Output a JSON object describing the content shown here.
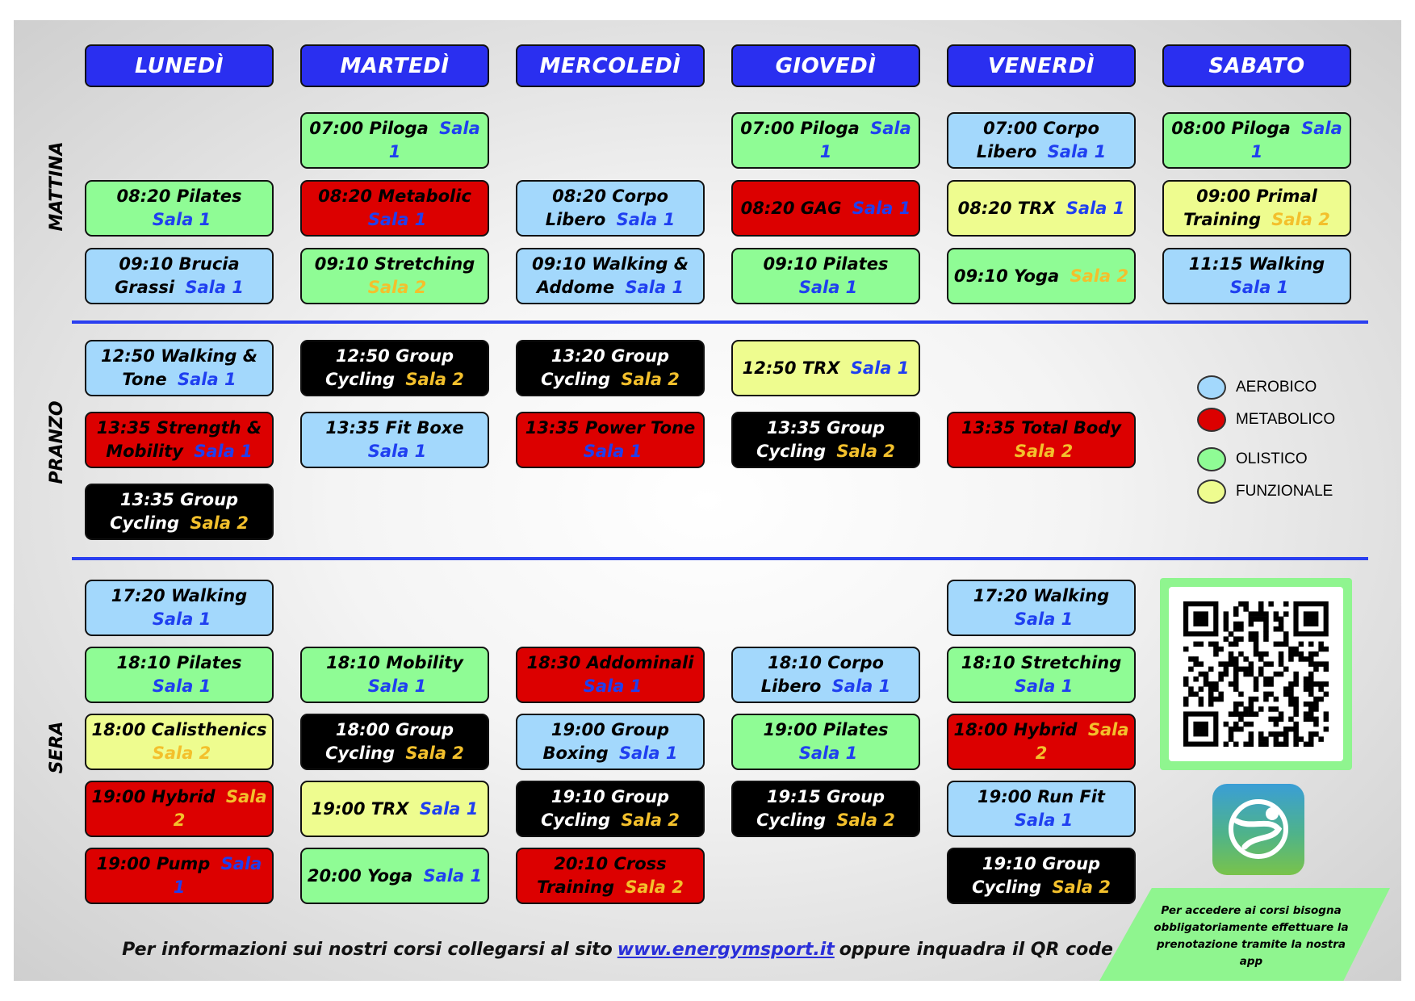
{
  "days": [
    "LUNEDÌ",
    "MARTEDÌ",
    "MERCOLEDÌ",
    "GIOVEDÌ",
    "VENERDÌ",
    "SABATO"
  ],
  "sections": {
    "morning": "MATTINA",
    "lunch": "PRANZO",
    "evening": "SERA"
  },
  "classes": [
    {
      "day": 1,
      "section": "morning",
      "slot": 0,
      "label": "07:00 Piloga",
      "sala": "Sala 1",
      "category": "olistico"
    },
    {
      "day": 3,
      "section": "morning",
      "slot": 0,
      "label": "07:00 Piloga",
      "sala": "Sala 1",
      "category": "olistico"
    },
    {
      "day": 4,
      "section": "morning",
      "slot": 0,
      "label": "07:00 Corpo Libero",
      "sala": "Sala 1",
      "category": "aerobico"
    },
    {
      "day": 5,
      "section": "morning",
      "slot": 0,
      "label": "08:00 Piloga",
      "sala": "Sala 1",
      "category": "olistico"
    },
    {
      "day": 0,
      "section": "morning",
      "slot": 1,
      "label": "08:20 Pilates",
      "sala": "Sala 1",
      "category": "olistico"
    },
    {
      "day": 1,
      "section": "morning",
      "slot": 1,
      "label": "08:20 Metabolic",
      "sala": "Sala 1",
      "category": "metabolico"
    },
    {
      "day": 2,
      "section": "morning",
      "slot": 1,
      "label": "08:20 Corpo Libero",
      "sala": "Sala 1",
      "category": "aerobico"
    },
    {
      "day": 3,
      "section": "morning",
      "slot": 1,
      "label": "08:20 GAG",
      "sala": "Sala 1",
      "category": "metabolico"
    },
    {
      "day": 4,
      "section": "morning",
      "slot": 1,
      "label": "08:20 TRX",
      "sala": "Sala 1",
      "category": "funzionale"
    },
    {
      "day": 5,
      "section": "morning",
      "slot": 1,
      "label": "09:00 Primal Training",
      "sala": "Sala 2",
      "category": "funzionale"
    },
    {
      "day": 0,
      "section": "morning",
      "slot": 2,
      "label": "09:10 Brucia Grassi",
      "sala": "Sala 1",
      "category": "aerobico"
    },
    {
      "day": 1,
      "section": "morning",
      "slot": 2,
      "label": "09:10 Stretching",
      "sala": "Sala 2",
      "category": "olistico"
    },
    {
      "day": 2,
      "section": "morning",
      "slot": 2,
      "label": "09:10 Walking & Addome",
      "sala": "Sala 1",
      "category": "aerobico"
    },
    {
      "day": 3,
      "section": "morning",
      "slot": 2,
      "label": "09:10 Pilates",
      "sala": "Sala 1",
      "category": "olistico"
    },
    {
      "day": 4,
      "section": "morning",
      "slot": 2,
      "label": "09:10 Yoga",
      "sala": "Sala 2",
      "category": "olistico"
    },
    {
      "day": 5,
      "section": "morning",
      "slot": 2,
      "label": "11:15 Walking",
      "sala": "Sala 1",
      "category": "aerobico"
    },
    {
      "day": 0,
      "section": "lunch",
      "slot": 0,
      "label": "12:50 Walking & Tone",
      "sala": "Sala 1",
      "category": "aerobico"
    },
    {
      "day": 1,
      "section": "lunch",
      "slot": 0,
      "label": "12:50 Group Cycling",
      "sala": "Sala 2",
      "category": "cycling"
    },
    {
      "day": 2,
      "section": "lunch",
      "slot": 0,
      "label": "13:20 Group Cycling",
      "sala": "Sala 2",
      "category": "cycling"
    },
    {
      "day": 3,
      "section": "lunch",
      "slot": 0,
      "label": "12:50 TRX",
      "sala": "Sala 1",
      "category": "funzionale"
    },
    {
      "day": 0,
      "section": "lunch",
      "slot": 1,
      "label": "13:35 Strength & Mobility",
      "sala": "Sala 1",
      "category": "metabolico"
    },
    {
      "day": 1,
      "section": "lunch",
      "slot": 1,
      "label": "13:35 Fit Boxe",
      "sala": "Sala 1",
      "category": "aerobico"
    },
    {
      "day": 2,
      "section": "lunch",
      "slot": 1,
      "label": "13:35 Power Tone",
      "sala": "Sala 1",
      "category": "metabolico"
    },
    {
      "day": 3,
      "section": "lunch",
      "slot": 1,
      "label": "13:35 Group Cycling",
      "sala": "Sala 2",
      "category": "cycling"
    },
    {
      "day": 4,
      "section": "lunch",
      "slot": 1,
      "label": "13:35 Total Body",
      "sala": "Sala 2",
      "category": "metabolico"
    },
    {
      "day": 0,
      "section": "lunch",
      "slot": 2,
      "label": "13:35 Group Cycling",
      "sala": "Sala 2",
      "category": "cycling"
    },
    {
      "day": 0,
      "section": "evening",
      "slot": 0,
      "label": "17:20 Walking",
      "sala": "Sala 1",
      "category": "aerobico"
    },
    {
      "day": 4,
      "section": "evening",
      "slot": 0,
      "label": "17:20 Walking",
      "sala": "Sala 1",
      "category": "aerobico"
    },
    {
      "day": 0,
      "section": "evening",
      "slot": 1,
      "label": "18:10 Pilates",
      "sala": "Sala 1",
      "category": "olistico"
    },
    {
      "day": 1,
      "section": "evening",
      "slot": 1,
      "label": "18:10 Mobility",
      "sala": "Sala 1",
      "category": "olistico"
    },
    {
      "day": 2,
      "section": "evening",
      "slot": 1,
      "label": "18:30 Addominali",
      "sala": "Sala 1",
      "category": "metabolico"
    },
    {
      "day": 3,
      "section": "evening",
      "slot": 1,
      "label": "18:10 Corpo Libero",
      "sala": "Sala 1",
      "category": "aerobico"
    },
    {
      "day": 4,
      "section": "evening",
      "slot": 1,
      "label": "18:10 Stretching",
      "sala": "Sala 1",
      "category": "olistico"
    },
    {
      "day": 0,
      "section": "evening",
      "slot": 2,
      "label": "18:00 Calisthenics",
      "sala": "Sala 2",
      "category": "funzionale"
    },
    {
      "day": 1,
      "section": "evening",
      "slot": 2,
      "label": "18:00 Group Cycling",
      "sala": "Sala 2",
      "category": "cycling"
    },
    {
      "day": 2,
      "section": "evening",
      "slot": 2,
      "label": "19:00 Group Boxing",
      "sala": "Sala 1",
      "category": "aerobico"
    },
    {
      "day": 3,
      "section": "evening",
      "slot": 2,
      "label": "19:00 Pilates",
      "sala": "Sala 1",
      "category": "olistico"
    },
    {
      "day": 4,
      "section": "evening",
      "slot": 2,
      "label": "18:00 Hybrid",
      "sala": "Sala 2",
      "category": "metabolico"
    },
    {
      "day": 0,
      "section": "evening",
      "slot": 3,
      "label": "19:00 Hybrid",
      "sala": "Sala 2",
      "category": "metabolico"
    },
    {
      "day": 1,
      "section": "evening",
      "slot": 3,
      "label": "19:00 TRX",
      "sala": "Sala 1",
      "category": "funzionale"
    },
    {
      "day": 2,
      "section": "evening",
      "slot": 3,
      "label": "19:10 Group Cycling",
      "sala": "Sala 2",
      "category": "cycling"
    },
    {
      "day": 3,
      "section": "evening",
      "slot": 3,
      "label": "19:15 Group Cycling",
      "sala": "Sala 2",
      "category": "cycling"
    },
    {
      "day": 4,
      "section": "evening",
      "slot": 3,
      "label": "19:00 Run Fit",
      "sala": "Sala 1",
      "category": "aerobico"
    },
    {
      "day": 0,
      "section": "evening",
      "slot": 4,
      "label": "19:00 Pump",
      "sala": "Sala 1",
      "category": "metabolico"
    },
    {
      "day": 1,
      "section": "evening",
      "slot": 4,
      "label": "20:00 Yoga",
      "sala": "Sala 1",
      "category": "olistico"
    },
    {
      "day": 2,
      "section": "evening",
      "slot": 4,
      "label": "20:10 Cross Training",
      "sala": "Sala 2",
      "category": "metabolico"
    },
    {
      "day": 4,
      "section": "evening",
      "slot": 4,
      "label": "19:10 Group Cycling",
      "sala": "Sala 2",
      "category": "cycling"
    }
  ],
  "legend": [
    {
      "label": "AEROBICO",
      "color": "#a3d8fc"
    },
    {
      "label": "METABOLICO",
      "color": "#dc0000"
    },
    {
      "label": "OLISTICO",
      "color": "#8ffc95"
    },
    {
      "label": "FUNZIONALE",
      "color": "#eefc8f"
    }
  ],
  "footer": {
    "before_link": "Per informazioni sui nostri corsi collegarsi al sito",
    "link": "www.energymsport.it",
    "after_link": "oppure inquadra il QR code"
  },
  "notice": "Per accedere ai corsi bisogna obbligatoriamente effettuare la prenotazione tramite la nostra app",
  "colors": {
    "header_blue": "#2a2ff0",
    "divider_blue": "#2a3ff0",
    "sala_1": "#1f3ff0",
    "sala_2": "#f3c02c",
    "qr_frame": "#8ff58f"
  },
  "icons": {
    "qr": "qr-code-icon",
    "app": "app-logo-icon"
  }
}
